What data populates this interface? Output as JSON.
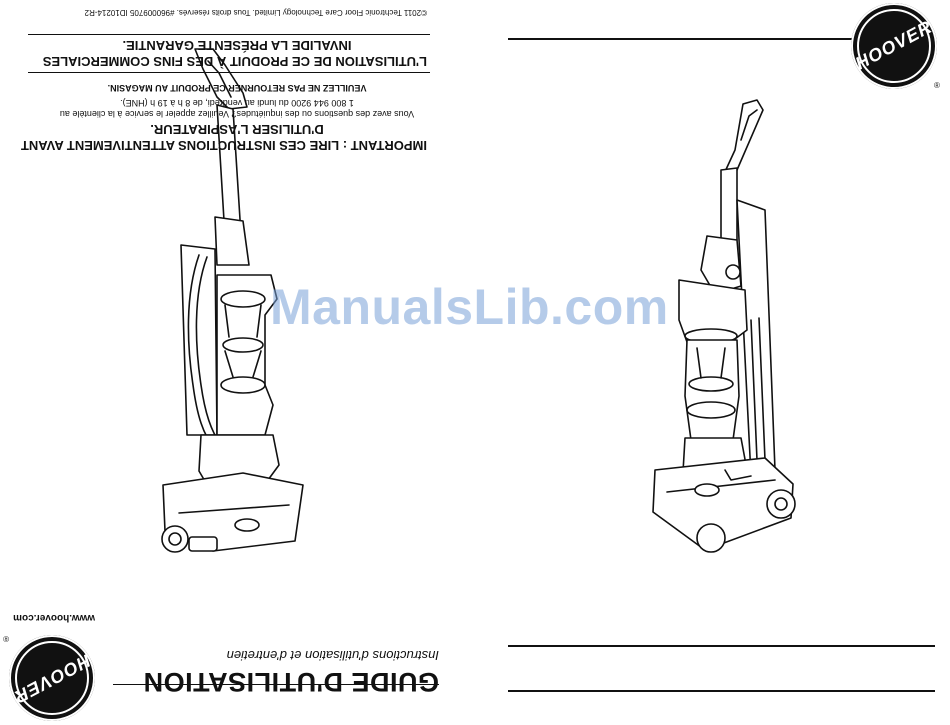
{
  "brand": {
    "logo_text": "HOOVER",
    "registered_mark": "®"
  },
  "cover_fr": {
    "title": "GUIDE D'UTILISATION",
    "subtitle": "Instructions d'utilisation et d'entretien",
    "website": "www.hoover.com",
    "important_line1": "IMPORTANT : LIRE CES INSTRUCTIONS ATTENTIVEMENT AVANT",
    "important_line2": "D'UTILISER L'ASPIRATEUR.",
    "service_line1": "Vous avez des questions ou des inquiétudes? Veuillez appeler le service à la clientèle au",
    "service_line2": "1 800 944 9200 du lundi au vendredi, de 8 h à 19 h (HNE).",
    "store_line1": "VEUILLEZ NE PAS RETOURNER CE PRODUIT AU MAGASIN.",
    "commercial_line1": "L'UTILISATION DE CE PRODUIT À DES FINS COMMERCIALES",
    "commercial_line2": "INVALIDE LA PRÉSENTE GARANTIE.",
    "copyright": "©2011 Techtronic Floor Care Technology Limited. Tous droits réservés.  #960009705 ID10214-R2"
  },
  "watermark": "ManualsLib.com",
  "colors": {
    "ink": "#111111",
    "paper": "#ffffff",
    "watermark": "#78a0d7"
  }
}
